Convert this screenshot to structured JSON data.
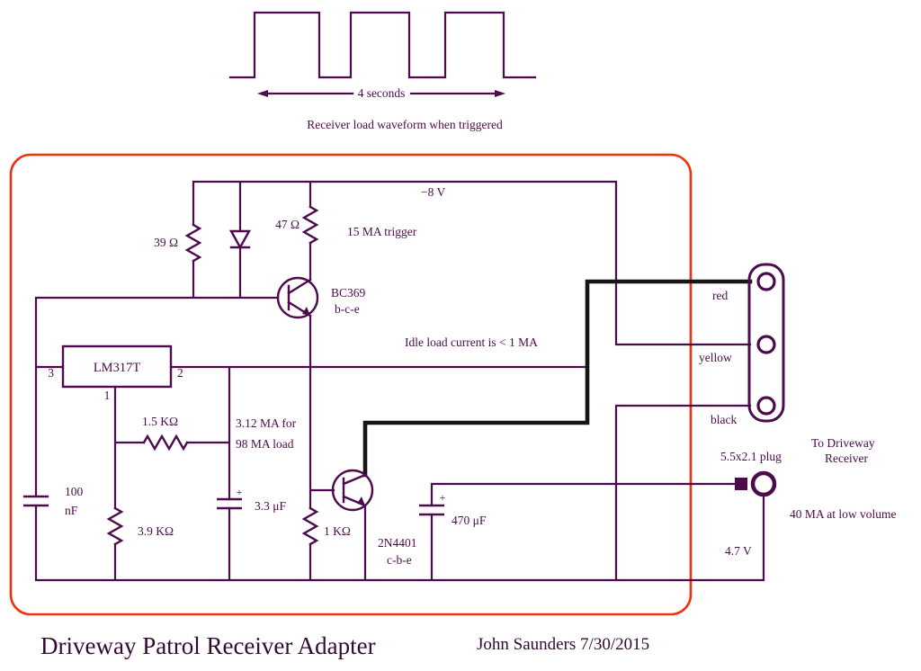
{
  "colors": {
    "wire": "#4c0b4c",
    "thick": "#151515",
    "frame": "#f2300e",
    "text": "#4c0b4c",
    "title": "#320a32"
  },
  "waveform": {
    "duration": "4 seconds",
    "caption": "Receiver load waveform when triggered"
  },
  "circuit": {
    "supply": "−8 V",
    "r39": "39 Ω",
    "r47": "47 Ω",
    "trigger_note": "15 MA trigger",
    "q1": {
      "name": "BC369",
      "pinout": "b-c-e"
    },
    "idle_note": "Idle load current is < 1 MA",
    "regulator": {
      "name": "LM317T",
      "pin_left": "3",
      "pin_right": "2",
      "pin_bottom": "1"
    },
    "r1k5": "1.5 KΩ",
    "current_note": {
      "line1": "3.12 MA for",
      "line2": "98 MA load"
    },
    "c100": {
      "value": "100",
      "unit": "nF"
    },
    "r3k9": "3.9 KΩ",
    "c3u3": {
      "label": "3.3 μF",
      "polarity": "+"
    },
    "r1k": "1 KΩ",
    "q2": {
      "name": "2N4401",
      "pinout": "c-b-e"
    },
    "c470": {
      "label": "470 μF",
      "polarity": "+"
    },
    "connector": {
      "red": "red",
      "yellow": "yellow",
      "black": "black"
    },
    "plug": "5.5x2.1 plug",
    "destination": {
      "line1": "To Driveway",
      "line2": "Receiver"
    },
    "output_note": "40 MA at low volume",
    "vout": "4.7 V"
  },
  "footer": {
    "title": "Driveway Patrol Receiver Adapter",
    "credit": "John Saunders 7/30/2015"
  }
}
